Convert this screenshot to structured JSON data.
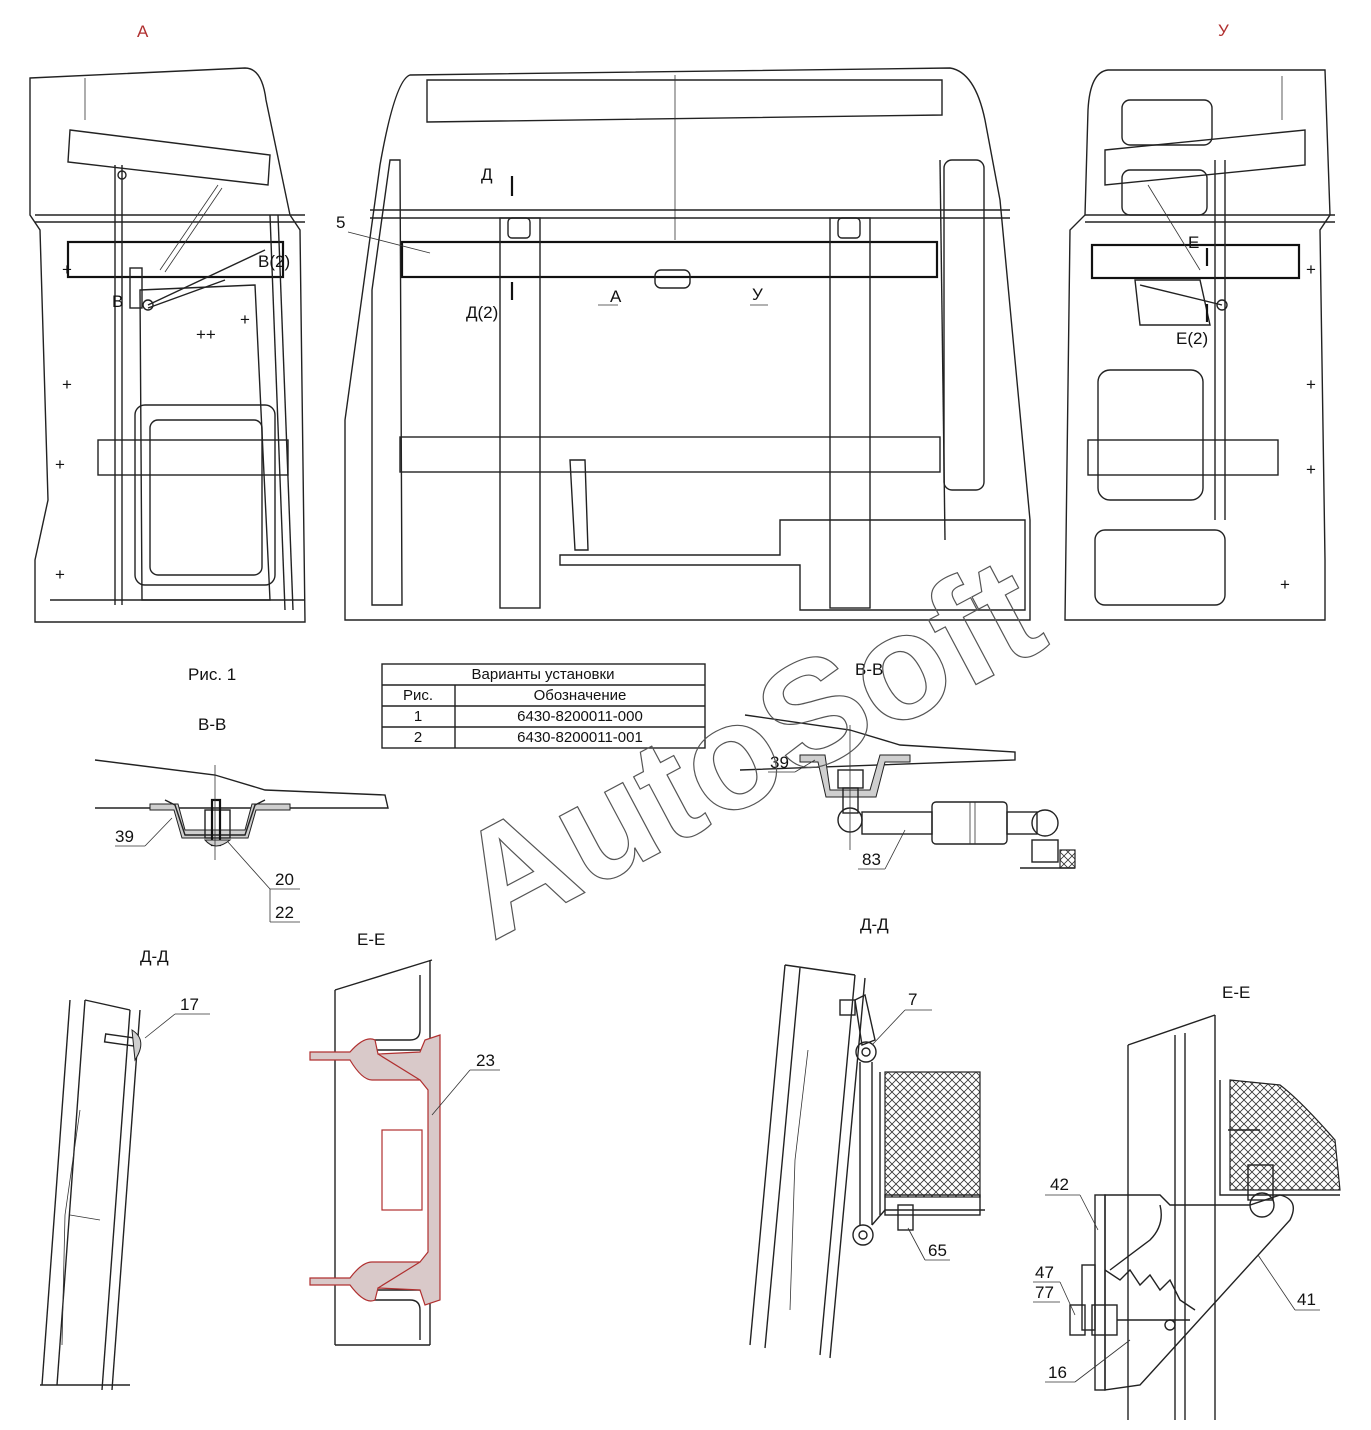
{
  "view_labels": {
    "view_a": "А",
    "view_u": "У",
    "fig1": "Рис. 1"
  },
  "section_titles": {
    "vv_left": "В-В",
    "vv_right": "В-В",
    "dd_left": "Д-Д",
    "dd_right": "Д-Д",
    "ee_left": "Е-Е",
    "ee_right": "Е-Е"
  },
  "markers": {
    "d_top": "Д",
    "d2": "Д(2)",
    "a_arrow": "А",
    "u_arrow": "У",
    "v_left": "В",
    "v2_left": "В(2)",
    "e_right": "Е",
    "e2_right": "Е(2)"
  },
  "callouts": {
    "c5": "5",
    "c39_left": "39",
    "c20": "20",
    "c22": "22",
    "c39_right": "39",
    "c83": "83",
    "c17": "17",
    "c23": "23",
    "c7": "7",
    "c65": "65",
    "c42": "42",
    "c47": "47",
    "c77": "77",
    "c16": "16",
    "c41": "41"
  },
  "variants_table": {
    "title": "Варианты установки",
    "col_fig": "Рис.",
    "col_code": "Обозначение",
    "rows": [
      {
        "fig": "1",
        "code": "6430-8200011-000"
      },
      {
        "fig": "2",
        "code": "6430-8200011-001"
      }
    ]
  },
  "watermark": "AutoSoft",
  "colors": {
    "line": "#222222",
    "section_red": "#b03030",
    "hatch_fill": "#cfcfcf"
  }
}
